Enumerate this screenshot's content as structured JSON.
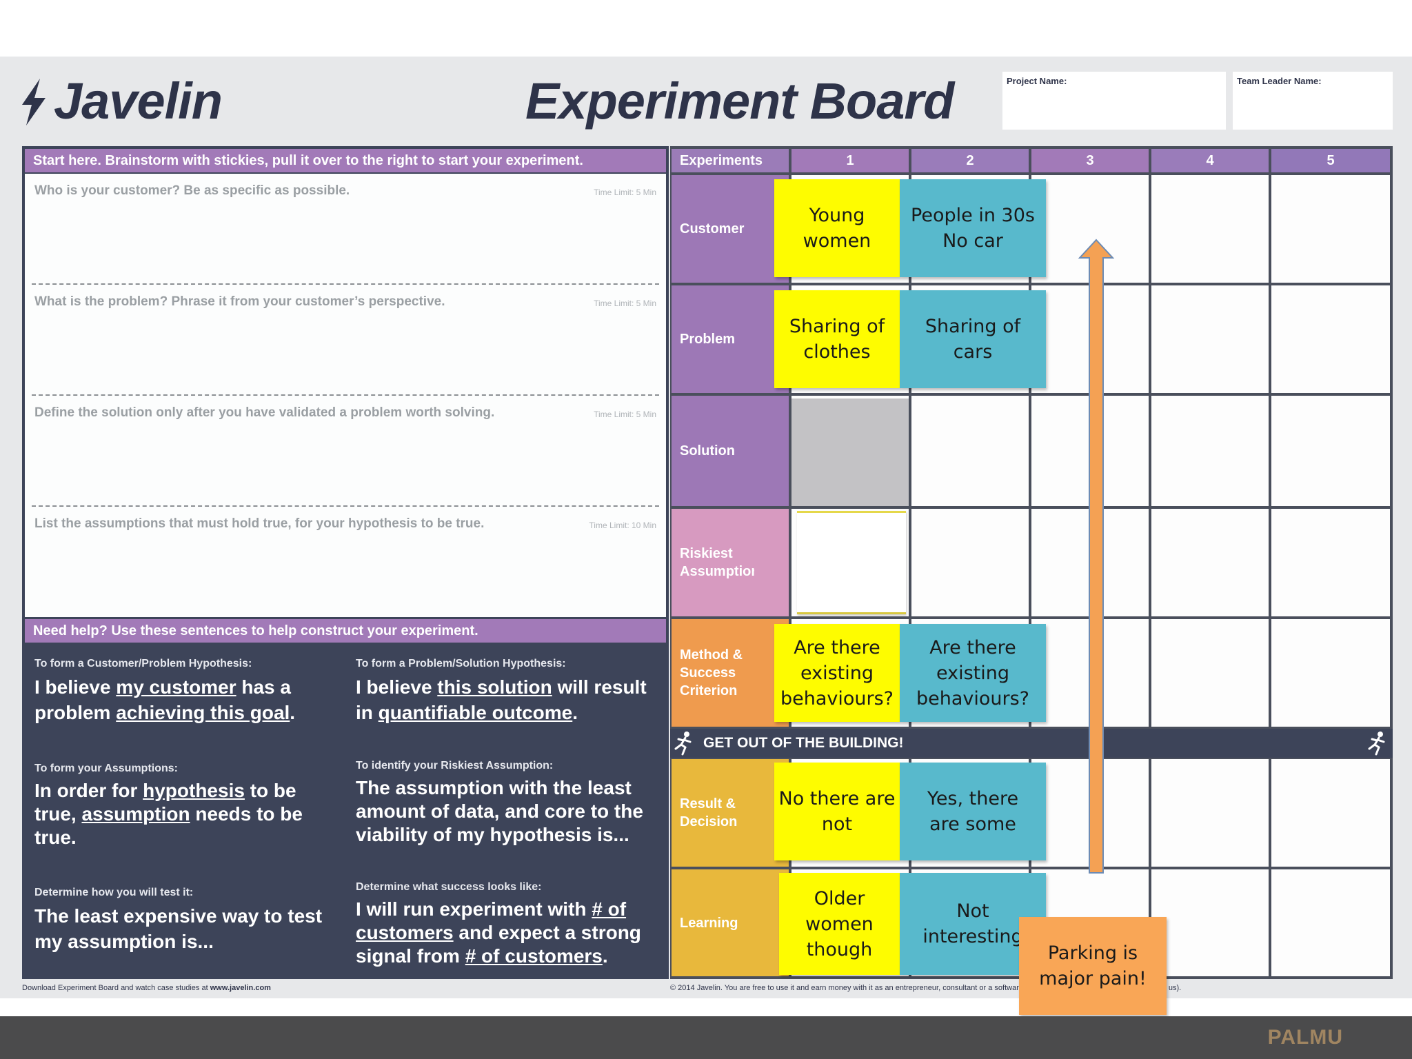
{
  "board": {
    "logo": "Javelin",
    "title": "Experiment Board",
    "project_name_label": "Project Name:",
    "team_leader_label": "Team Leader Name:",
    "start_banner": "Start here. Brainstorm with stickies, pull it over to the right to start your experiment.",
    "questions": [
      {
        "text": "Who is your customer? Be as specific as possible.",
        "limit": "Time Limit: 5 Min"
      },
      {
        "text": "What is the problem? Phrase it from your customer’s perspective.",
        "limit": "Time Limit: 5 Min"
      },
      {
        "text": "Define the solution only after you have validated a problem worth solving.",
        "limit": "Time Limit: 5 Min"
      },
      {
        "text": "List the assumptions that must hold true, for your hypothesis to be true.",
        "limit": "Time Limit: 10 Min"
      }
    ],
    "help_banner": "Need help? Use these sentences to help construct your experiment.",
    "help": [
      {
        "small": "To form a Customer/Problem Hypothesis:",
        "p1": "I believe ",
        "u1": "my customer",
        "p2": " has a problem ",
        "u2": "achieving this goal",
        "p3": "."
      },
      {
        "small": "To form a Problem/Solution Hypothesis:",
        "p1": "I believe ",
        "u1": "this solution",
        "p2": " will result in ",
        "u2": "quantifiable outcome",
        "p3": "."
      },
      {
        "small": "To form your Assumptions:",
        "p1": "In order for ",
        "u1": "hypothesis",
        "p2": " to be true, ",
        "u2": "assumption",
        "p3": " needs to be true."
      },
      {
        "small": "To identify your Riskiest Assumption:",
        "p1": "The assumption with the least amount of data, and core to the viability of my hypothesis is...",
        "u1": "",
        "p2": "",
        "u2": "",
        "p3": ""
      },
      {
        "small": "Determine how you will test it:",
        "p1": "The least expensive way to test my assumption is...",
        "u1": "",
        "p2": "",
        "u2": "",
        "p3": ""
      },
      {
        "small": "Determine what success looks like:",
        "p1": "I will run experiment with ",
        "u1": "# of customers",
        "p2": " and expect a strong signal from ",
        "u2": "# of customers",
        "p3": "."
      }
    ],
    "experiments_header": "Experiments",
    "columns": [
      "1",
      "2",
      "3",
      "4",
      "5"
    ],
    "rows": [
      "Customer",
      "Problem",
      "Solution",
      "Riskiest Assumption",
      "Method & Success Criterion",
      "Result & Decision",
      "Learning"
    ],
    "get_out": "GET OUT OF THE BUILDING!",
    "footer_left_prefix": "Download Experiment Board and watch case studies at ",
    "footer_left_url": "www.javelin.com",
    "footer_right": "© 2014 Javelin. You are free to use it and earn money with it as an entrepreneur, consultant or a software company (the latter need to license it from us)."
  },
  "stickies": {
    "young_women": "Young\nwomen",
    "people_30s": "People in 30s\nNo car",
    "sharing_clothes": "Sharing of\nclothes",
    "sharing_cars": "Sharing of\ncars",
    "method_1": "Are there\nexisting\nbehaviours?",
    "method_2": "Are there\nexisting\nbehaviours?",
    "result_1": "No there are\nnot",
    "result_2": "Yes, there\nare some",
    "learning_1": "Older\nwomen\nthough",
    "learning_2": "Not\ninteresting",
    "parking": "Parking is\nmajor pain!"
  },
  "brand": "PALMU",
  "colors": {
    "purple": "#a27ab8",
    "pink": "#d79ac0",
    "orange": "#ef9b4e",
    "gold": "#e8b83c",
    "navy": "#3d4459",
    "sticky_yellow": "#fefc00",
    "sticky_blue": "#58b9cc",
    "sticky_orange": "#f9a656"
  }
}
